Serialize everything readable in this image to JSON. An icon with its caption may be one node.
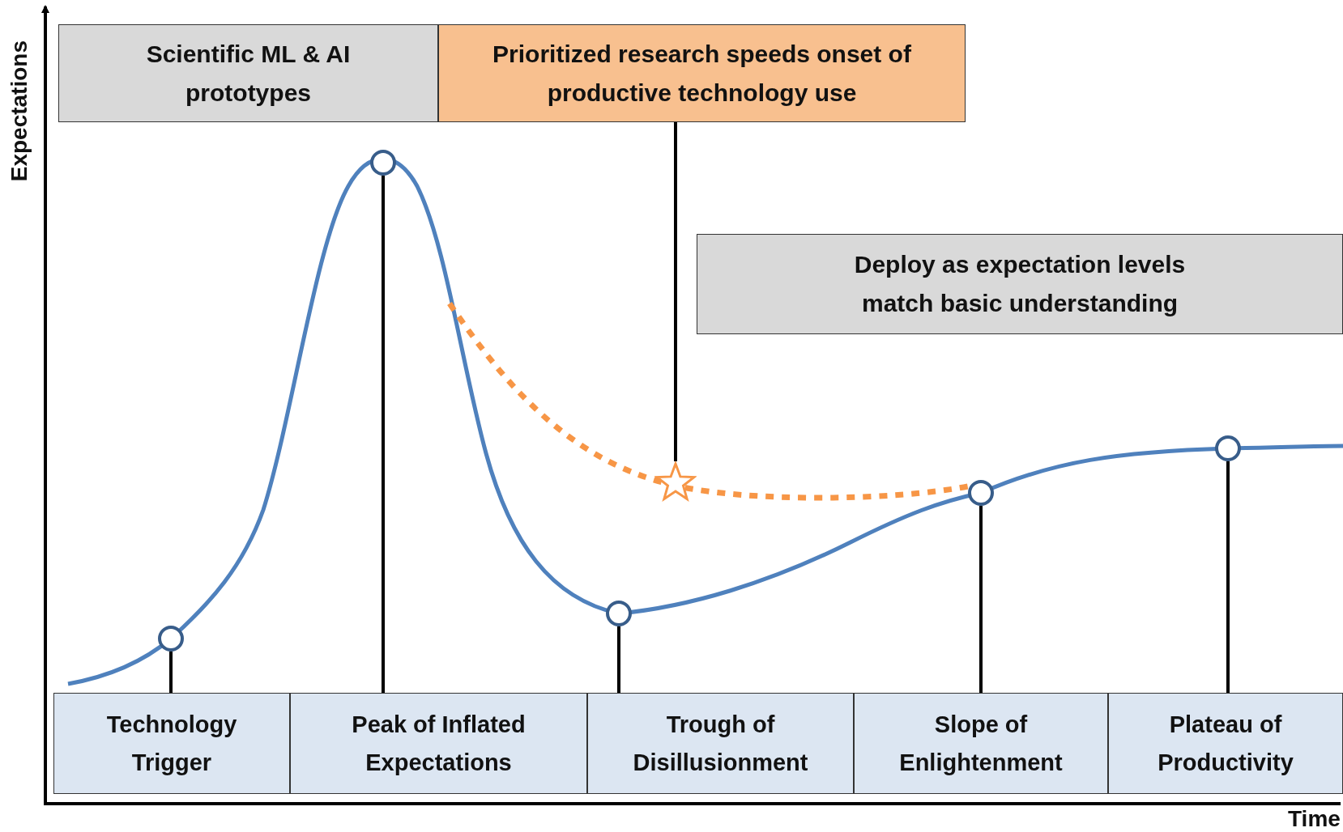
{
  "diagram": {
    "nodes": [
      {
        "text": [
          "Scientific ML & AI prototypes"
        ]
      },
      {
        "text": [
          "Prioritized research speeds onset of productive technology use"
        ]
      },
      {
        "text": [
          "Deploy as expectation levels match basic understanding"
        ]
      },
      {
        "text": [
          "Technology Trigger"
        ]
      },
      {
        "text": [
          "Peak of Inflated Expectations"
        ]
      },
      {
        "text": [
          "Trough of Disillusionment"
        ]
      },
      {
        "text": [
          "Slope of Enlightenment"
        ]
      },
      {
        "text": [
          "Plateau of Productivity"
        ]
      },
      {
        "text": [],
        "shape": "circle"
      },
      {
        "text": [],
        "shape": "circle"
      },
      {
        "text": [],
        "shape": "circle"
      },
      {
        "text": [],
        "shape": "circle"
      },
      {
        "text": [],
        "shape": "circle"
      },
      {
        "text": [],
        "shape": "star"
      }
    ],
    "edges": [
      {
        "from": 3,
        "to": 8,
        "arrow": "none"
      },
      {
        "from": 4,
        "to": 9,
        "arrow": "none"
      },
      {
        "from": 5,
        "to": 10,
        "arrow": "none"
      },
      {
        "from": 6,
        "to": 11,
        "arrow": "none"
      },
      {
        "from": 7,
        "to": 12,
        "arrow": "none"
      },
      {
        "from": 1,
        "to": 13,
        "arrow": "none"
      }
    ],
    "labels": [
      "Expectations",
      "Time"
    ]
  }
}
